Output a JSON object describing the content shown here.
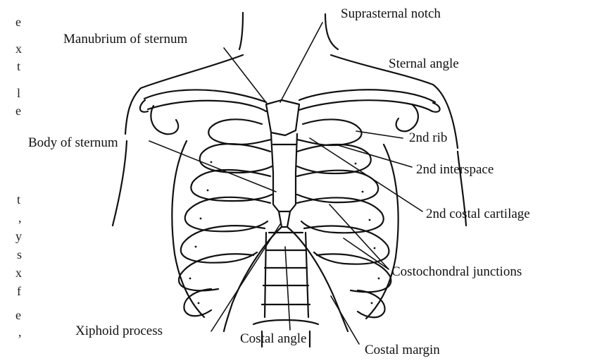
{
  "diagram": {
    "labels": {
      "suprasternal_notch": "Suprasternal notch",
      "manubrium": "Manubrium of sternum",
      "sternal_angle": "Sternal angle",
      "body_of_sternum": "Body of sternum",
      "second_rib": "2nd rib",
      "second_interspace": "2nd interspace",
      "second_costal_cartilage": "2nd costal cartilage",
      "costochondral_junctions": "Costochondral junctions",
      "xiphoid_process": "Xiphoid process",
      "costal_angle": "Costal angle",
      "costal_margin": "Costal margin"
    },
    "margin_fragments": [
      "e",
      "x",
      "t",
      "l",
      "e",
      "t",
      ",",
      "y",
      "s",
      "x",
      "f",
      "e",
      ","
    ]
  }
}
